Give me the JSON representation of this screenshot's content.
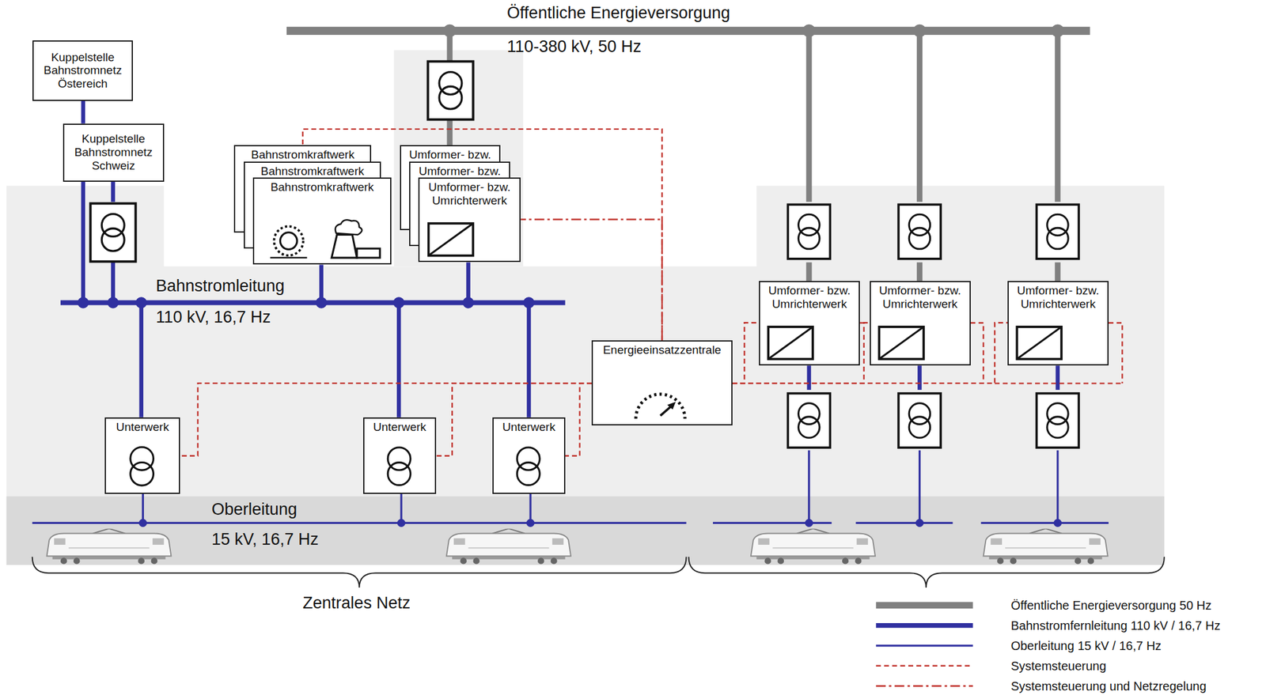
{
  "diagram": {
    "nodes": [
      {
        "text": [
          "Kuppelstelle Bahnstromnetz Östereich"
        ]
      },
      {
        "text": [
          "Kuppelstelle Bahnstromnetz Schweiz"
        ]
      },
      {
        "text": [
          "Bahnstromkraftwerk"
        ]
      },
      {
        "text": [
          "Bahnstromkraftwerk"
        ]
      },
      {
        "text": [
          "Bahnstromkraftwerk"
        ]
      },
      {
        "text": [
          "Umformer- bzw."
        ]
      },
      {
        "text": [
          "Umformer- bzw."
        ]
      },
      {
        "text": [
          "Umformer- bzw. Umrichterwerk"
        ]
      },
      {
        "text": [
          "Energieeinsatzzentrale"
        ]
      },
      {
        "text": [
          "Umformer- bzw. Umrichterwerk"
        ]
      },
      {
        "text": [
          "Umformer- bzw. Umrichterwerk"
        ]
      },
      {
        "text": [
          "Umformer- bzw. Umrichterwerk"
        ]
      },
      {
        "text": [
          "Unterwerk"
        ]
      },
      {
        "text": [
          "Unterwerk"
        ]
      },
      {
        "text": [
          "Unterwerk"
        ]
      }
    ],
    "edges": [
      {
        "from": 0,
        "to": 1,
        "arrow": "none"
      },
      {
        "from": 8,
        "to": 2,
        "arrow": "none"
      },
      {
        "from": 8,
        "to": 7,
        "arrow": "none"
      },
      {
        "from": 8,
        "to": 12,
        "arrow": "none"
      },
      {
        "from": 8,
        "to": 13,
        "arrow": "none"
      },
      {
        "from": 8,
        "to": 14,
        "arrow": "none"
      },
      {
        "from": 8,
        "to": 9,
        "arrow": "none"
      },
      {
        "from": 8,
        "to": 10,
        "arrow": "none"
      },
      {
        "from": 8,
        "to": 11,
        "arrow": "none"
      }
    ],
    "labels": [
      "Öffentliche Energieversorgung",
      "110-380 kV, 50 Hz",
      "Bahnstromleitung",
      "110 kV, 16,7 Hz",
      "Oberleitung",
      "15 kV, 16,7 Hz",
      "Zentrales Netz"
    ],
    "legend": [
      {
        "text": "Öffentliche Energieversorgung 50 Hz"
      },
      {
        "text": "Bahnstromfernleitung 110 kV / 16,7 Hz"
      },
      {
        "text": "Oberleitung 15 kV / 16,7 Hz"
      },
      {
        "text": "Systemsteuerung"
      },
      {
        "text": "Systemsteuerung und Netzregelung"
      }
    ]
  }
}
